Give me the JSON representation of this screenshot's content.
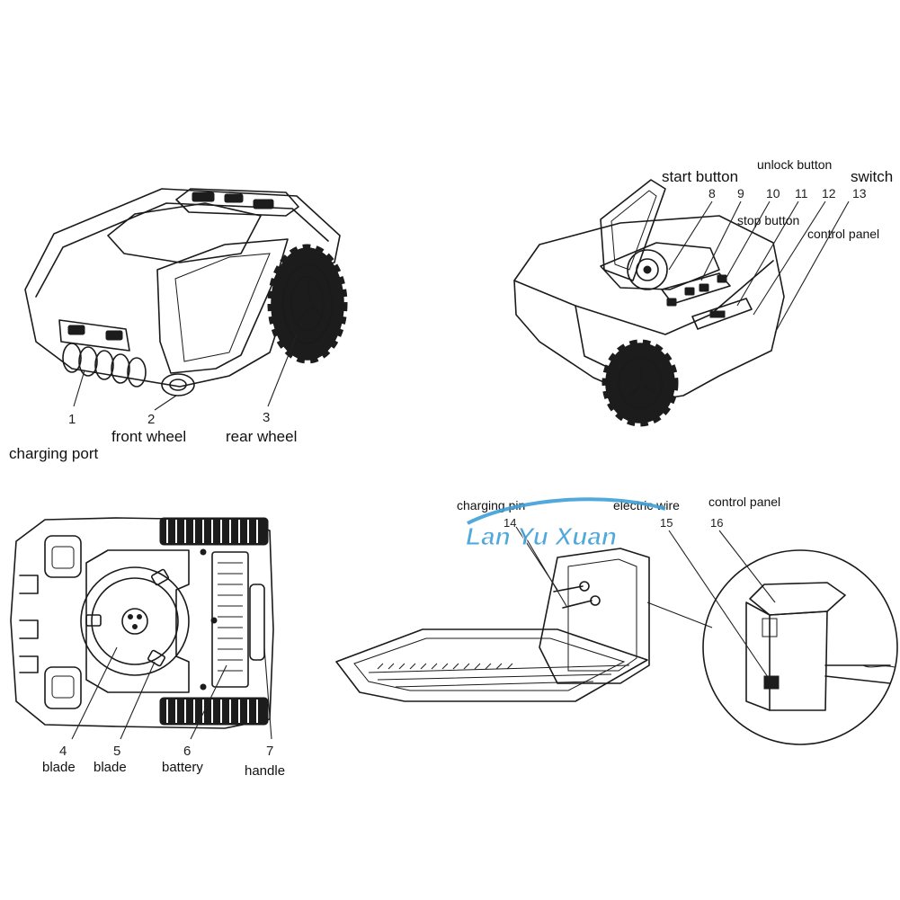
{
  "watermark": {
    "text": "Lan Yu Xuan",
    "color": "#3fa0d8"
  },
  "mower_front": {
    "callouts": [
      {
        "num": "1",
        "label": "charging port"
      },
      {
        "num": "2",
        "label": "front wheel"
      },
      {
        "num": "3",
        "label": "rear wheel"
      }
    ]
  },
  "mower_open": {
    "callouts": [
      {
        "num": "8",
        "label": "start button"
      },
      {
        "num": "9",
        "label": ""
      },
      {
        "num": "10",
        "label": "unlock button"
      },
      {
        "num": "11",
        "label": "stop button"
      },
      {
        "num": "12",
        "label": "control panel"
      },
      {
        "num": "13",
        "label": "switch"
      }
    ]
  },
  "mower_bottom": {
    "callouts": [
      {
        "num": "4",
        "label": "blade"
      },
      {
        "num": "5",
        "label": "blade"
      },
      {
        "num": "6",
        "label": "battery"
      },
      {
        "num": "7",
        "label": "handle"
      }
    ]
  },
  "charging_station": {
    "callouts": [
      {
        "num": "14",
        "label": "charging pin"
      },
      {
        "num": "15",
        "label": "electric wire"
      },
      {
        "num": "16",
        "label": "control panel"
      }
    ]
  }
}
